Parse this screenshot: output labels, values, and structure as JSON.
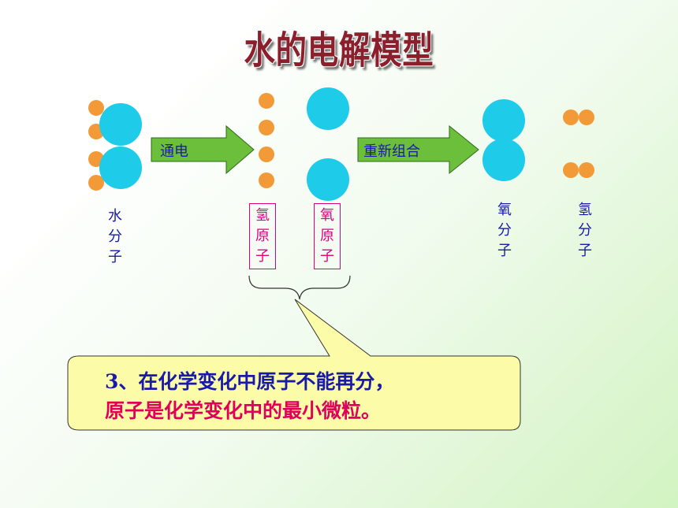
{
  "title": "水的电解模型",
  "labels": {
    "water_molecule": "水分子",
    "hydrogen_atom": "氢原子",
    "oxygen_atom": "氧原子",
    "oxygen_molecule": "氧分子",
    "hydrogen_molecule": "氢分子"
  },
  "arrows": {
    "electrify": "通电",
    "recombine": "重新组合"
  },
  "callout": {
    "line1": "3、在化学变化中原子不能再分，",
    "line2": "原子是化学变化中的最小微粒。"
  },
  "colors": {
    "oxygen": "#1ecbe8",
    "hydrogen": "#f29a38",
    "arrow_fill": "#6bbf3a",
    "arrow_text": "#1a1aa8",
    "callout_fill": "#fcfca8",
    "callout_line1": "#1a1aa8",
    "callout_line2": "#e0005a",
    "title": "#8b1f2c"
  }
}
